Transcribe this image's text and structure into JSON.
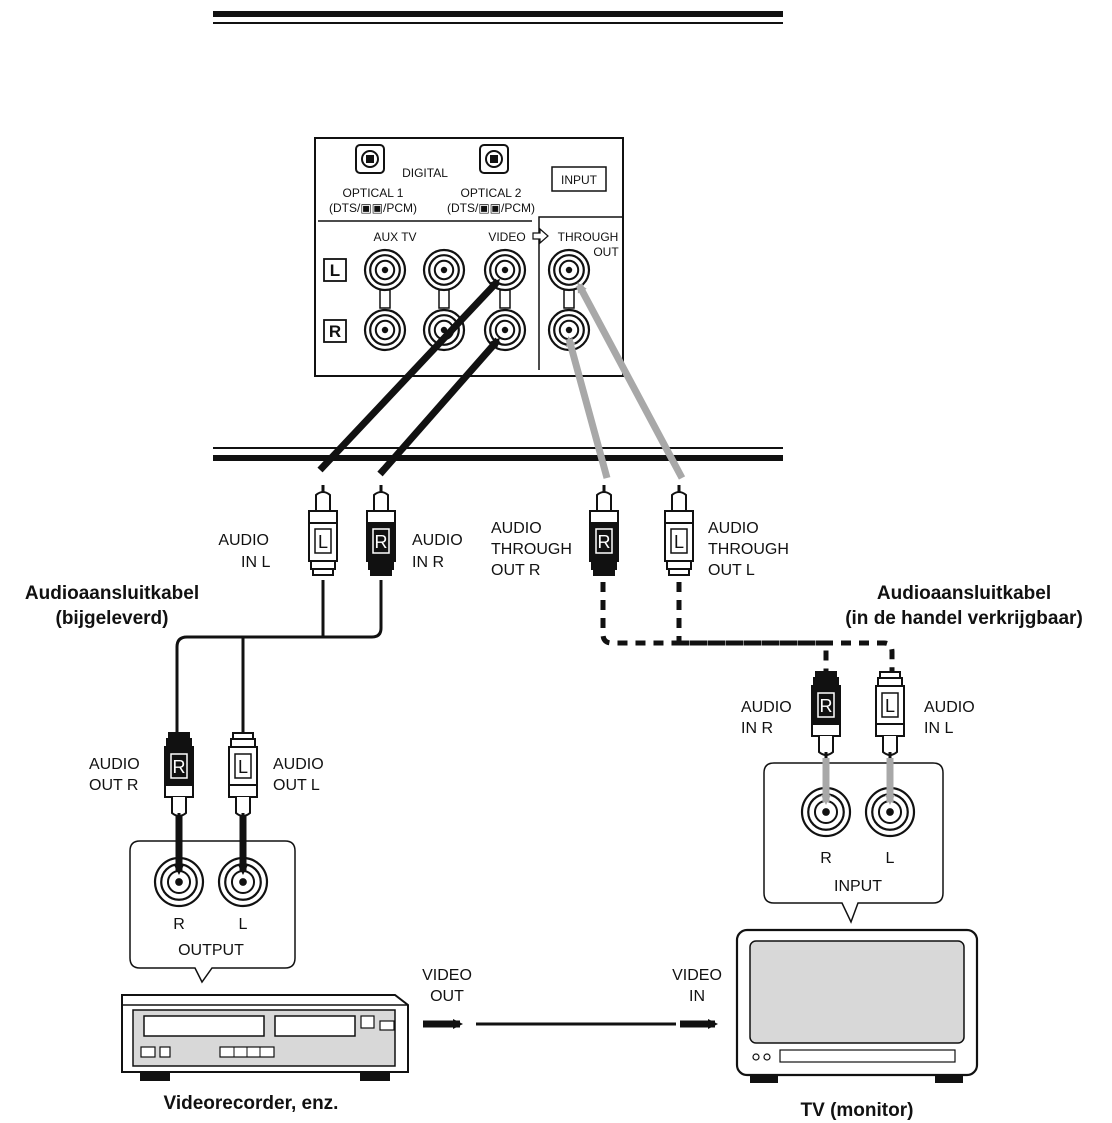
{
  "receiver": {
    "digital": "DIGITAL",
    "optical1": "OPTICAL 1",
    "optical1_sub": "(DTS/▣▣/PCM)",
    "optical2": "OPTICAL 2",
    "optical2_sub": "(DTS/▣▣/PCM)",
    "input_box": "INPUT",
    "aux_tv": "AUX TV",
    "video": "VIDEO",
    "through": "THROUGH",
    "out": "OUT",
    "row_l": "L",
    "row_r": "R"
  },
  "plugs": {
    "audio_in_l": [
      "AUDIO",
      "IN L"
    ],
    "audio_in_r": [
      "AUDIO",
      "IN R"
    ],
    "through_out_r": [
      "AUDIO",
      "THROUGH",
      "OUT R"
    ],
    "through_out_l": [
      "AUDIO",
      "THROUGH",
      "OUT L"
    ],
    "vcr_out_r": [
      "AUDIO",
      "OUT R"
    ],
    "vcr_out_l": [
      "AUDIO",
      "OUT L"
    ],
    "tv_in_r": [
      "AUDIO",
      "IN R"
    ],
    "tv_in_l": [
      "AUDIO",
      "IN L"
    ],
    "letter_l": "L",
    "letter_r": "R"
  },
  "cables": {
    "supplied": [
      "Audioaansluitkabel",
      "(bijgeleverd)"
    ],
    "commercial": [
      "Audioaansluitkabel",
      "(in de handel verkrijgbaar)"
    ]
  },
  "vcr": {
    "jack_r": "R",
    "jack_l": "L",
    "output": "OUTPUT",
    "video_out": [
      "VIDEO",
      "OUT"
    ],
    "caption": "Videorecorder, enz."
  },
  "tv": {
    "jack_r": "R",
    "jack_l": "L",
    "input": "INPUT",
    "video_in": [
      "VIDEO",
      "IN"
    ],
    "caption": "TV (monitor)"
  }
}
